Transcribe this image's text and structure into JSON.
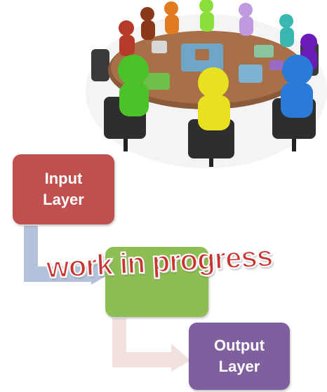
{
  "colors": {
    "input_box": "#c0504d",
    "hidden_box": "#8ebd53",
    "output_box": "#7f5f9d",
    "arrow_1": "#b3c2da",
    "arrow_2": "#f1e2df",
    "wip_text": "#c8342f"
  },
  "illustration": {
    "icon": "team-meeting-puzzle-icon"
  },
  "boxes": {
    "input": {
      "line1": "Input",
      "line2": "Layer"
    },
    "hidden": {
      "label": ""
    },
    "output": {
      "line1": "Output",
      "line2": "Layer"
    }
  },
  "overlay": {
    "text": "work in progress"
  }
}
